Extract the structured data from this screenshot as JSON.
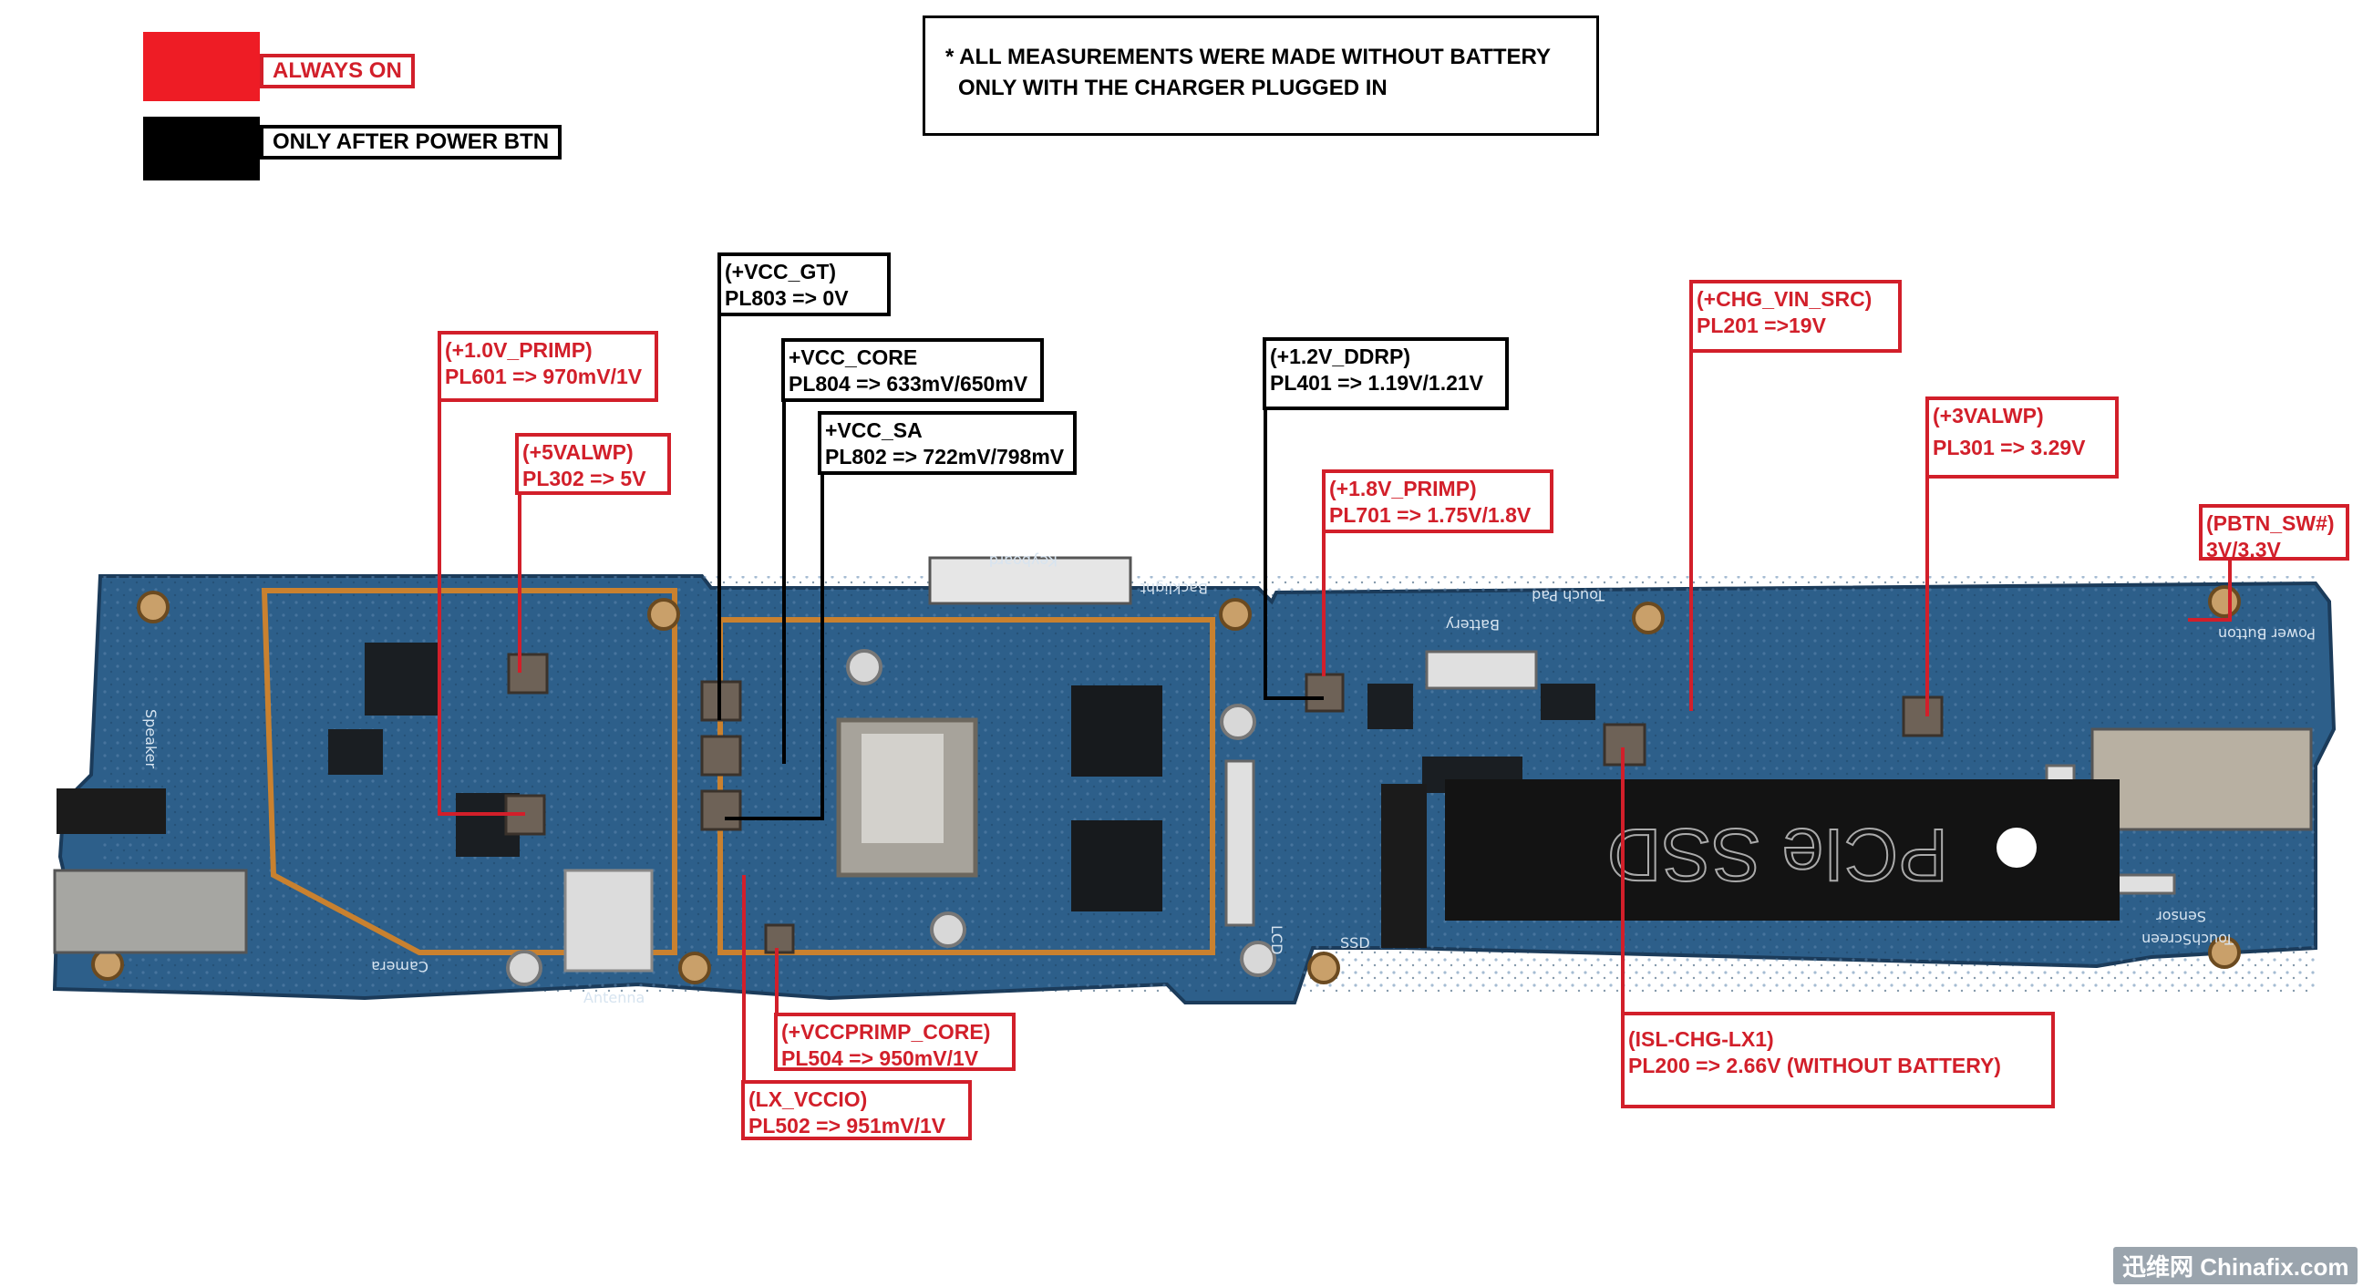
{
  "legend": {
    "always_on": {
      "label": "ALWAYS ON",
      "color": "#ee1c25"
    },
    "after_power": {
      "label": "ONLY AFTER POWER BTN",
      "color": "#000000"
    }
  },
  "note": {
    "line1": "* ALL MEASUREMENTS WERE MADE WITHOUT BATTERY",
    "line2": "ONLY WITH THE CHARGER PLUGGED IN"
  },
  "callouts": {
    "vcc_gt": {
      "rail": "(+VCC_GT)",
      "value": "PL803 => 0V"
    },
    "vcc_core": {
      "rail": "+VCC_CORE",
      "value": "PL804 => 633mV/650mV"
    },
    "vcc_sa": {
      "rail": "+VCC_SA",
      "value": "PL802 => 722mV/798mV"
    },
    "v1_0_primp": {
      "rail": "(+1.0V_PRIMP)",
      "value": "PL601 => 970mV/1V"
    },
    "v5_valwp": {
      "rail": "(+5VALWP)",
      "value": "PL302 => 5V"
    },
    "v1_2_ddrp": {
      "rail": "(+1.2V_DDRP)",
      "value": "PL401 => 1.19V/1.21V"
    },
    "v1_8_primp": {
      "rail": "(+1.8V_PRIMP)",
      "value": "PL701 => 1.75V/1.8V"
    },
    "chg_vin_src": {
      "rail": "(+CHG_VIN_SRC)",
      "value": "PL201 =>19V"
    },
    "v3_valwp": {
      "rail": "(+3VALWP)",
      "value": "PL301 => 3.29V"
    },
    "pbtn_sw": {
      "rail": "(PBTN_SW#)",
      "value": "3V/3.3V"
    },
    "vccprimp_core": {
      "rail": "(+VCCPRIMP_CORE)",
      "value": "PL504 => 950mV/1V"
    },
    "lx_vccio": {
      "rail": "(LX_VCCIO)",
      "value": "PL502 => 951mV/1V"
    },
    "isl_chg_lx1": {
      "rail": "(ISL-CHG-LX1)",
      "value": "PL200 => 2.66V (WITHOUT BATTERY)"
    }
  },
  "board": {
    "ssd_label": "PCIe SSD",
    "connector_labels": [
      "Keyboard",
      "Backlight",
      "Battery",
      "Touch Pad",
      "Camera",
      "Speaker",
      "LCD",
      "SSD",
      "Power Button",
      "Sensor",
      "TouchScreen",
      "Antenna"
    ]
  },
  "watermark": "迅维网 Chinafix.com",
  "colors": {
    "red": "#d21f2a",
    "pcb": "#2d5f8a",
    "trace": "#c9812f"
  }
}
